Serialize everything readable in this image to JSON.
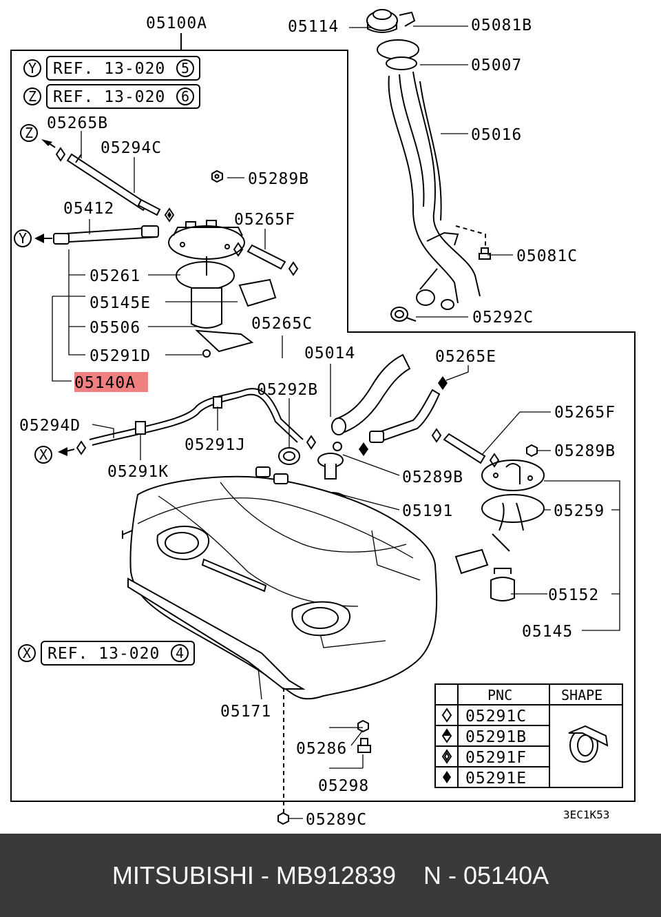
{
  "callouts": {
    "c05100A": "05100A",
    "c05114": "05114",
    "c05081B": "05081B",
    "c05007": "05007",
    "c05016": "05016",
    "c05265B": "05265B",
    "c05294C": "05294C",
    "c05289B_top": "05289B",
    "c05412": "05412",
    "c05265F_top": "05265F",
    "c05261": "05261",
    "c05145E": "05145E",
    "c05506": "05506",
    "c05291D": "05291D",
    "c05140A": "05140A",
    "c05265C": "05265C",
    "c05081C": "05081C",
    "c05292C": "05292C",
    "c05014": "05014",
    "c05265E": "05265E",
    "c05292B": "05292B",
    "c05294D": "05294D",
    "c05291J": "05291J",
    "c05291K": "05291K",
    "c05265F_right": "05265F",
    "c05289B_right": "05289B",
    "c05289B_mid": "05289B",
    "c05191": "05191",
    "c05259": "05259",
    "c05152": "05152",
    "c05145": "05145",
    "c05171": "05171",
    "c05286": "05286",
    "c05298": "05298",
    "c05289C": "05289C"
  },
  "refs": {
    "y": {
      "marker": "Y",
      "text": "REF. 13-020",
      "num": "5"
    },
    "z": {
      "marker": "Z",
      "text": "REF. 13-020",
      "num": "6"
    },
    "x": {
      "marker": "X",
      "text": "REF. 13-020",
      "num": "4"
    }
  },
  "arrow_markers": {
    "z": "Z",
    "y": "Y",
    "x": "X"
  },
  "legend": {
    "header_pnc": "PNC",
    "header_shape": "SHAPE",
    "rows": [
      "05291C",
      "05291B",
      "05291F",
      "05291E"
    ]
  },
  "diagram_code": "3EC1K53",
  "footer": "MITSUBISHI - MB912839    N - 05140A",
  "colors": {
    "highlight": "#f08080",
    "footer_bg": "#3a3a3a"
  }
}
